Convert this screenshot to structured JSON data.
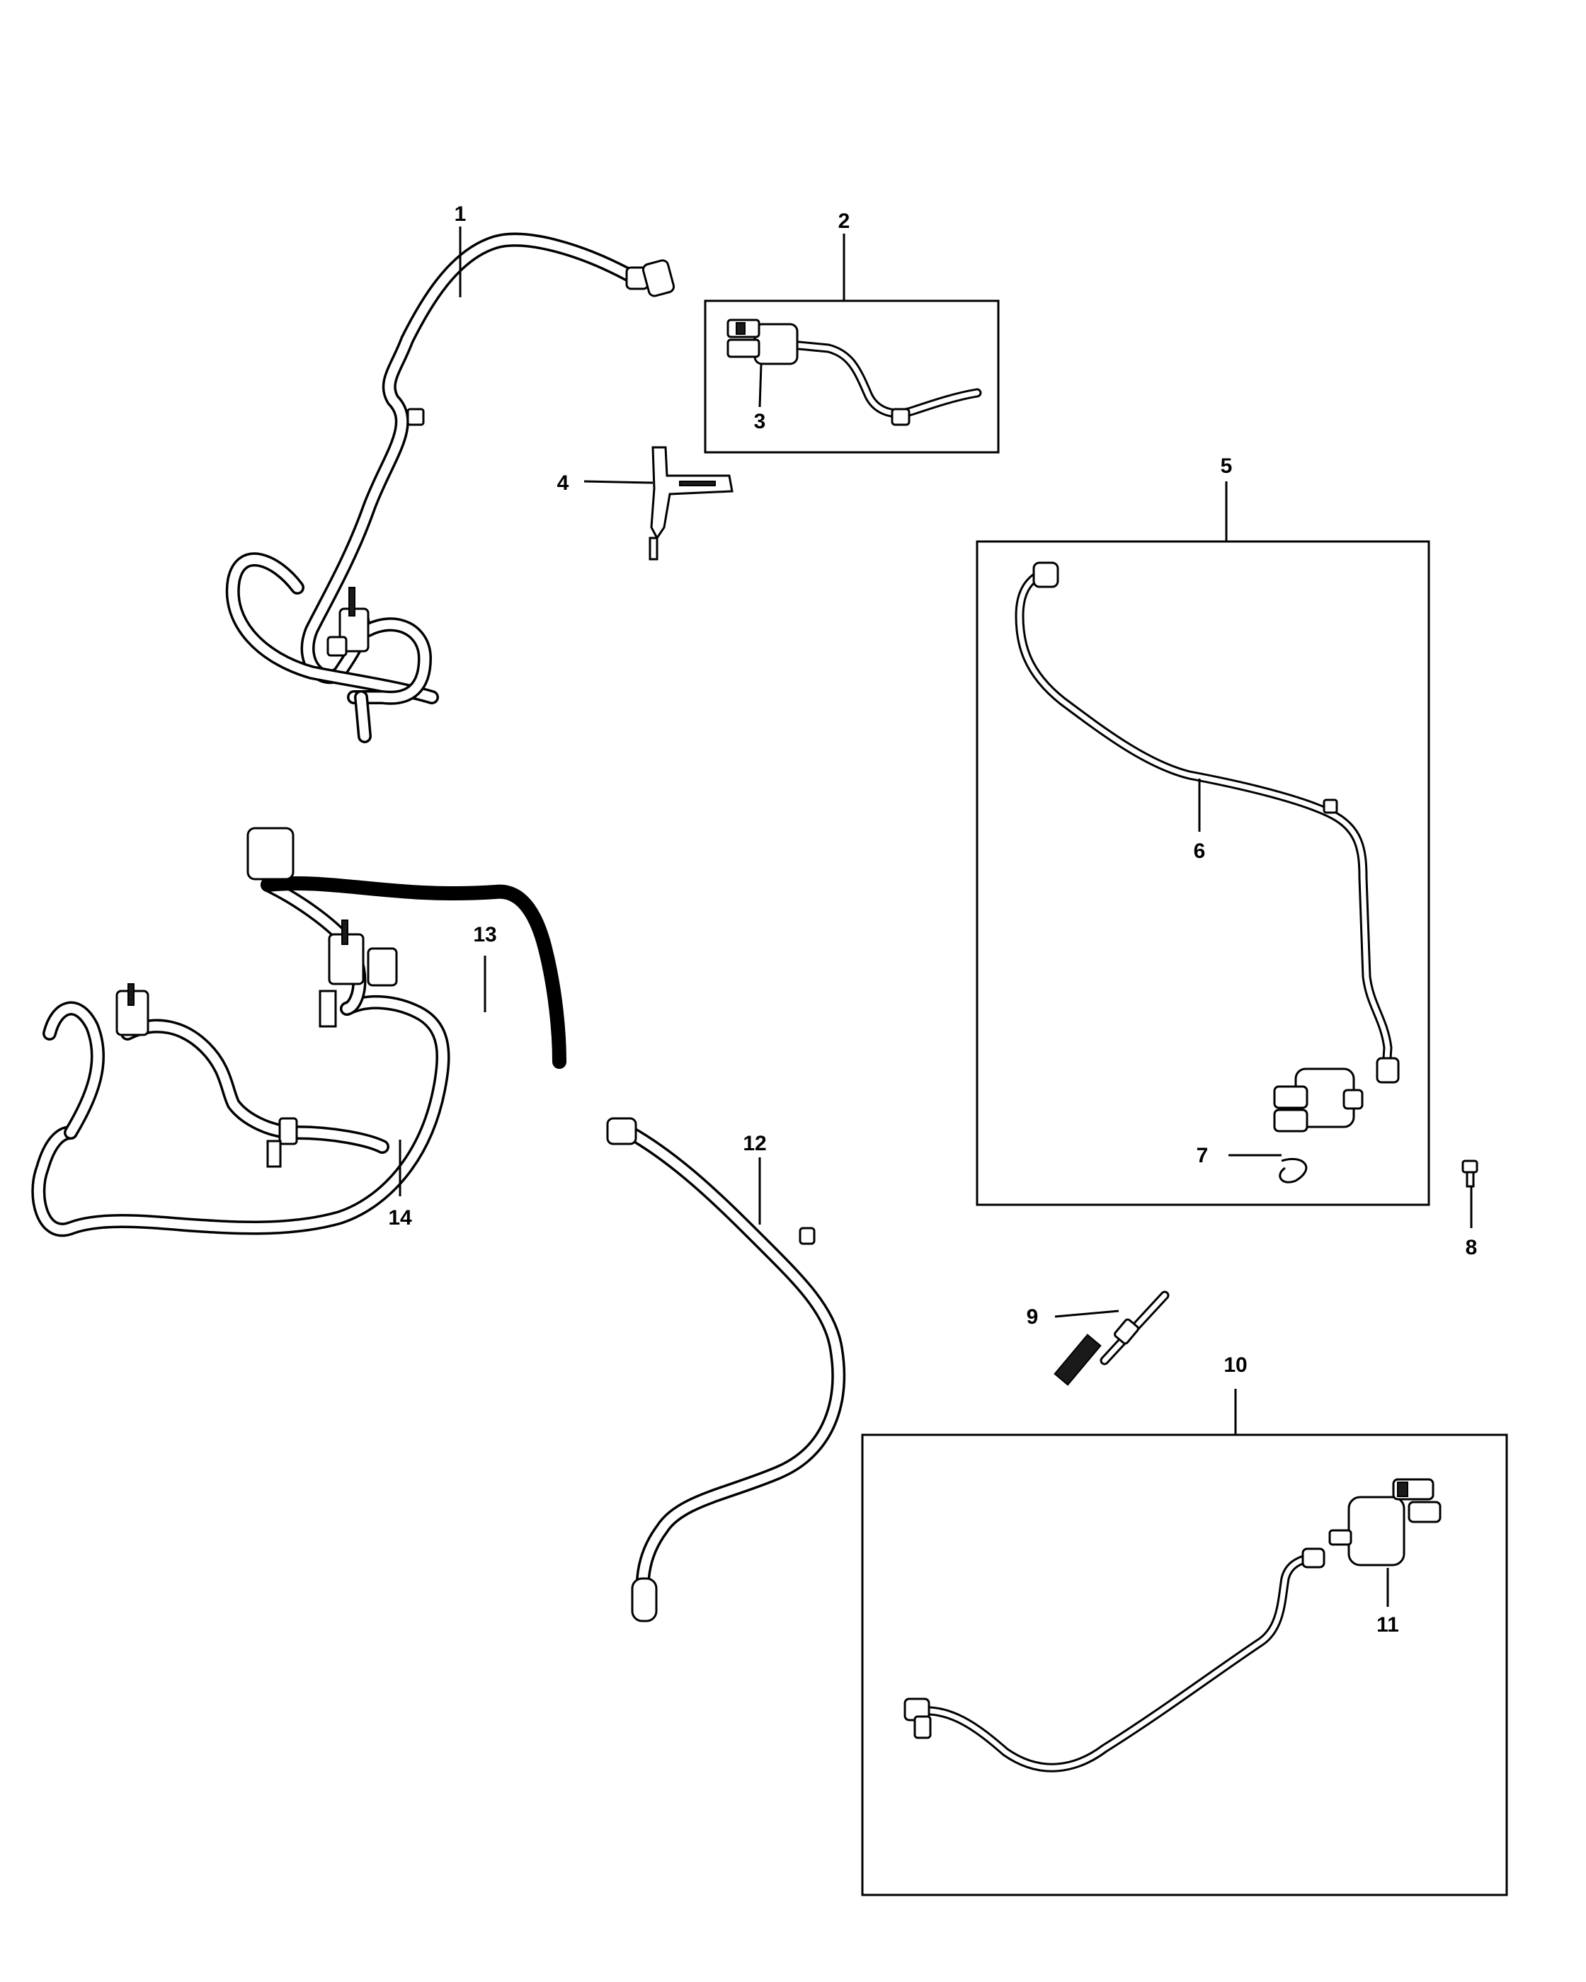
{
  "callouts": [
    {
      "id": "1",
      "text": "1"
    },
    {
      "id": "2",
      "text": "2"
    },
    {
      "id": "3",
      "text": "3"
    },
    {
      "id": "4",
      "text": "4"
    },
    {
      "id": "5",
      "text": "5"
    },
    {
      "id": "6",
      "text": "6"
    },
    {
      "id": "7",
      "text": "7"
    },
    {
      "id": "8",
      "text": "8"
    },
    {
      "id": "9",
      "text": "9"
    },
    {
      "id": "10",
      "text": "10"
    },
    {
      "id": "11",
      "text": "11"
    },
    {
      "id": "12",
      "text": "12"
    },
    {
      "id": "13",
      "text": "13"
    },
    {
      "id": "14",
      "text": "14"
    }
  ]
}
